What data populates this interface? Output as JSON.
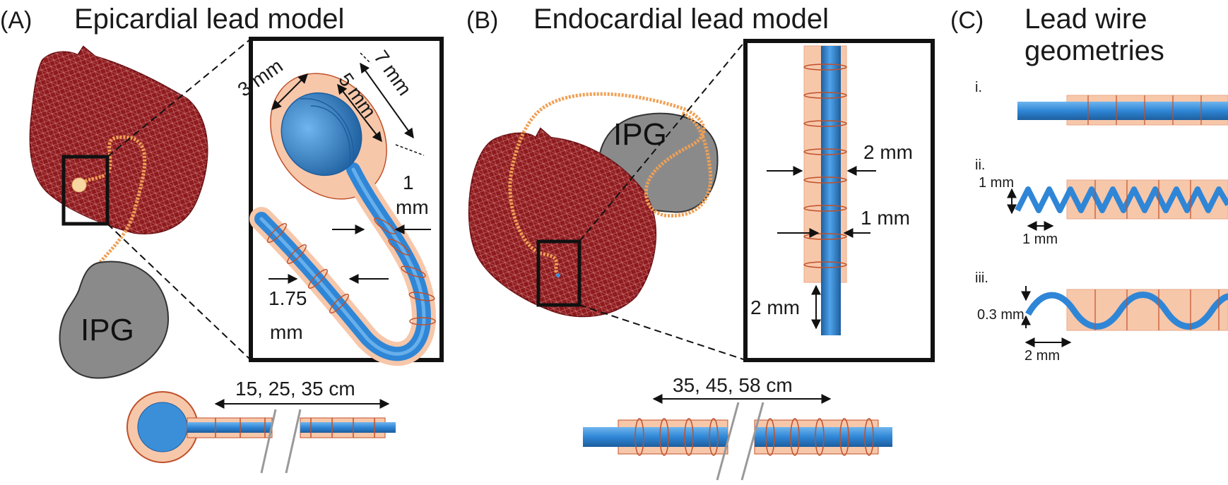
{
  "panel_a": {
    "letter": "(A)",
    "title": "Epicardial lead model",
    "ipg": "IPG",
    "inset": {
      "dim_3mm": "3 mm",
      "dim_5mm": "5 mm",
      "dim_7mm": "7 mm",
      "dim_1mm_a": "1",
      "dim_1mm_b": "mm",
      "dim_175_a": "1.75",
      "dim_175_b": "mm"
    },
    "length": "15, 25, 35 cm"
  },
  "panel_b": {
    "letter": "(B)",
    "title": "Endocardial lead model",
    "ipg": "IPG",
    "inset": {
      "dim_2mm_outer": "2 mm",
      "dim_1mm": "1 mm",
      "dim_2mm_pitch": "2 mm"
    },
    "length": "35, 45, 58 cm"
  },
  "panel_c": {
    "letter": "(C)",
    "title_line1": "Lead wire",
    "title_line2": "geometries",
    "items": [
      {
        "label": "i."
      },
      {
        "label": "ii.",
        "dim_height": "1 mm",
        "dim_pitch": "1 mm"
      },
      {
        "label": "iii.",
        "dim_height": "0.3 mm",
        "dim_pitch": "2 mm"
      }
    ]
  },
  "colors": {
    "heart": "#8e1b1e",
    "heart_mesh": "#d46c6c",
    "lead": "#3b8fd9",
    "insulation": "#f7c7aa",
    "insulation_edge": "#c0502a",
    "ipg": "#8a8a8a",
    "wire": "#f0a055"
  }
}
